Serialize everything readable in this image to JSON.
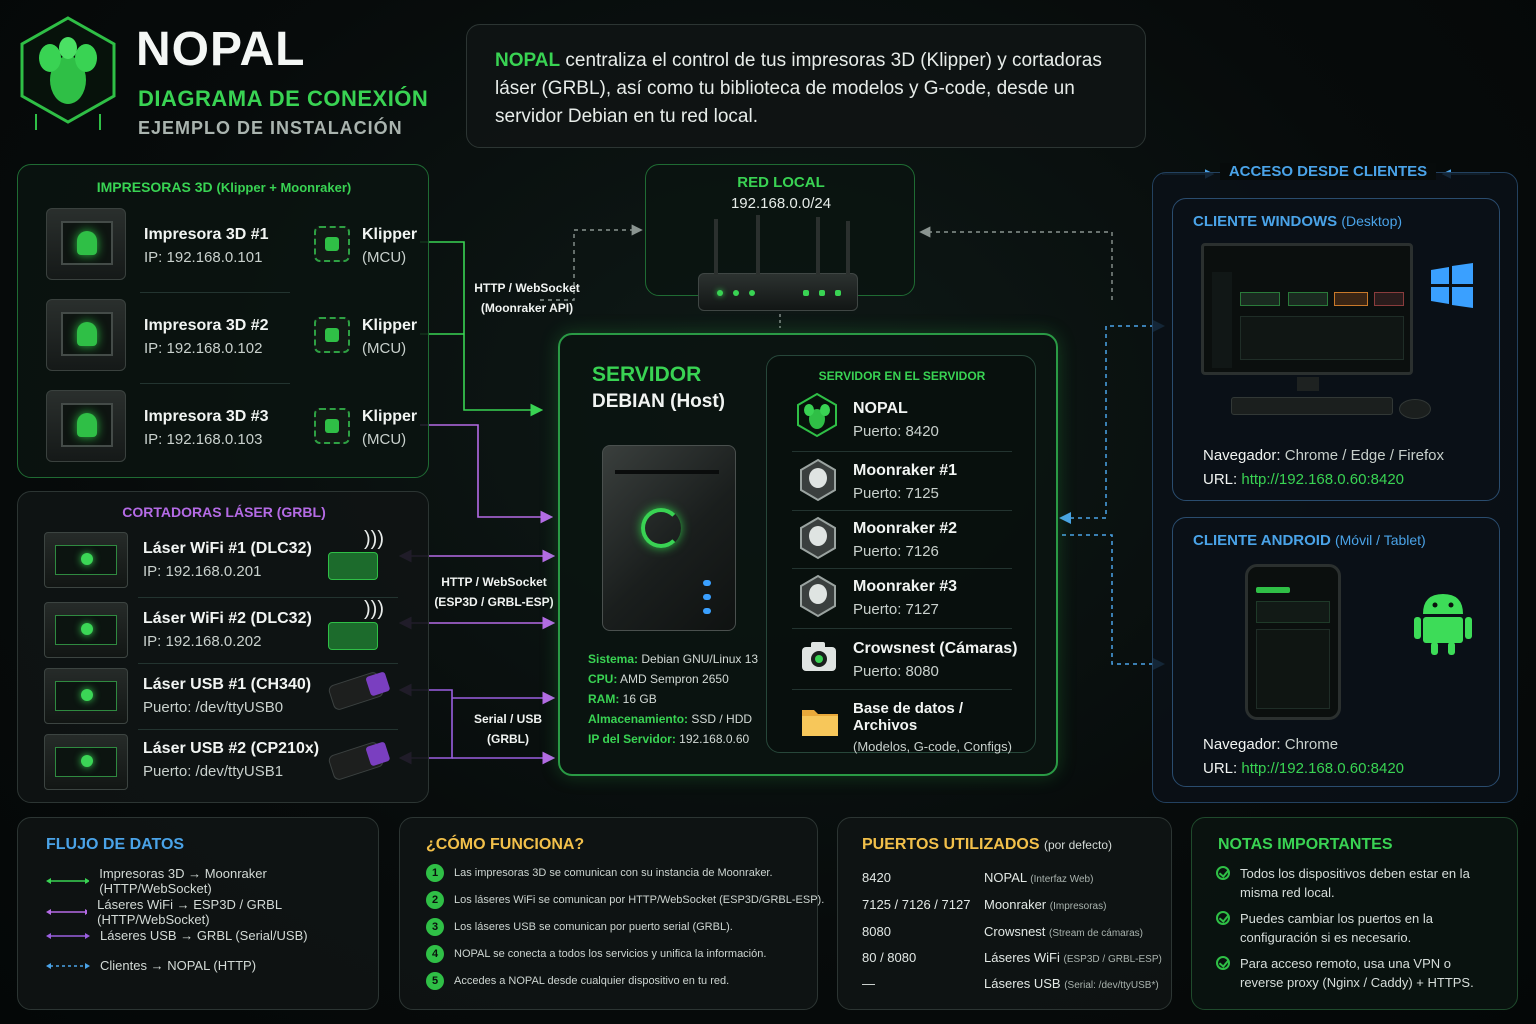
{
  "brand": {
    "name": "NOPAL",
    "subtitle": "DIAGRAMA DE CONEXIÓN",
    "tagline": "EJEMPLO DE INSTALACIÓN"
  },
  "intro": {
    "brand": "NOPAL",
    "text": " centraliza el control de tus impresoras 3D (Klipper) y cortadoras láser (GRBL), así como tu biblioteca de modelos y G-code, desde un servidor Debian en tu red local."
  },
  "printers": {
    "title": "IMPRESORAS 3D",
    "title_suffix": "(Klipper + Moonraker)",
    "items": [
      {
        "name": "Impresora 3D #1",
        "ip": "IP: 192.168.0.101",
        "fw": "Klipper",
        "fw_sub": "(MCU)"
      },
      {
        "name": "Impresora 3D #2",
        "ip": "IP: 192.168.0.102",
        "fw": "Klipper",
        "fw_sub": "(MCU)"
      },
      {
        "name": "Impresora 3D #3",
        "ip": "IP: 192.168.0.103",
        "fw": "Klipper",
        "fw_sub": "(MCU)"
      }
    ]
  },
  "lasers": {
    "title": "CORTADORAS LÁSER (GRBL)",
    "items": [
      {
        "name": "Láser WiFi #1 (DLC32)",
        "detail": "IP: 192.168.0.201"
      },
      {
        "name": "Láser WiFi #2 (DLC32)",
        "detail": "IP: 192.168.0.202"
      },
      {
        "name": "Láser USB #1 (CH340)",
        "detail": "Puerto: /dev/ttyUSB0"
      },
      {
        "name": "Láser USB #2 (CP210x)",
        "detail": "Puerto: /dev/ttyUSB1"
      }
    ]
  },
  "links": {
    "printers_l1": "HTTP / WebSocket",
    "printers_l2": "(Moonraker API)",
    "wifi_l1": "HTTP / WebSocket",
    "wifi_l2": "(ESP3D / GRBL-ESP)",
    "usb_l1": "Serial / USB",
    "usb_l2": "(GRBL)"
  },
  "network": {
    "title": "RED LOCAL",
    "subnet": "192.168.0.0/24"
  },
  "server": {
    "title": "SERVIDOR",
    "subtitle": "DEBIAN (Host)",
    "specs": [
      {
        "k": "Sistema:",
        "v": "Debian GNU/Linux 13"
      },
      {
        "k": "CPU:",
        "v": "AMD Sempron 2650"
      },
      {
        "k": "RAM:",
        "v": "16 GB"
      },
      {
        "k": "Almacenamiento:",
        "v": "SSD / HDD"
      },
      {
        "k": "IP del Servidor:",
        "v": "192.168.0.60"
      }
    ],
    "services_title": "SERVIDOR EN EL SERVIDOR",
    "services": [
      {
        "name": "NOPAL",
        "detail": "Puerto: 8420",
        "icon": "nopal-logo-icon"
      },
      {
        "name": "Moonraker #1",
        "detail": "Puerto: 7125",
        "icon": "moonraker-icon"
      },
      {
        "name": "Moonraker #2",
        "detail": "Puerto: 7126",
        "icon": "moonraker-icon"
      },
      {
        "name": "Moonraker #3",
        "detail": "Puerto: 7127",
        "icon": "moonraker-icon"
      },
      {
        "name": "Crowsnest (Cámaras)",
        "detail": "Puerto: 8080",
        "icon": "camera-icon"
      },
      {
        "name": "Base de datos / Archivos",
        "detail": "(Modelos, G-code, Configs)",
        "icon": "folder-icon"
      }
    ]
  },
  "clients": {
    "title": "ACCESO DESDE CLIENTES",
    "windows": {
      "title": "CLIENTE WINDOWS",
      "title_suffix": "(Desktop)",
      "browser_label": "Navegador:",
      "browser": " Chrome / Edge / Firefox",
      "url_label": "URL:",
      "url": "http://192.168.0.60:8420"
    },
    "android": {
      "title": "CLIENTE ANDROID",
      "title_suffix": "(Móvil / Tablet)",
      "browser_label": "Navegador:",
      "browser": " Chrome",
      "url_label": "URL:",
      "url": "http://192.168.0.60:8420"
    }
  },
  "flow": {
    "title": "FLUJO DE DATOS",
    "items": [
      {
        "text": "Impresoras 3D → Moonraker (HTTP/WebSocket)",
        "color": "#39d353",
        "dashed": false
      },
      {
        "text": "Láseres WiFi → ESP3D / GRBL (HTTP/WebSocket)",
        "color": "#b56be6",
        "dashed": false
      },
      {
        "text": "Láseres USB → GRBL (Serial/USB)",
        "color": "#9a5fe0",
        "dashed": false
      },
      {
        "text": "Clientes → NOPAL (HTTP)",
        "color": "#4aa3e8",
        "dashed": true
      }
    ]
  },
  "how": {
    "title": "¿CÓMO FUNCIONA?",
    "steps": [
      {
        "n": "1",
        "text": "Las impresoras 3D se comunican con su instancia de Moonraker."
      },
      {
        "n": "2",
        "text": "Los láseres WiFi se comunican por HTTP/WebSocket (ESP3D/GRBL-ESP)."
      },
      {
        "n": "3",
        "text": "Los láseres USB se comunican por puerto serial (GRBL)."
      },
      {
        "n": "4",
        "text": "NOPAL se conecta a todos los servicios y unifica la información."
      },
      {
        "n": "5",
        "text": "Accedes a NOPAL desde cualquier dispositivo en tu red."
      }
    ]
  },
  "ports": {
    "title": "PUERTOS UTILIZADOS",
    "title_suffix": "(por defecto)",
    "items": [
      {
        "port": "8420",
        "name": "NOPAL",
        "note": "(Interfaz Web)"
      },
      {
        "port": "7125 / 7126 / 7127",
        "name": "Moonraker",
        "note": "(Impresoras)"
      },
      {
        "port": "8080",
        "name": "Crowsnest",
        "note": "(Stream de cámaras)"
      },
      {
        "port": "80 / 8080",
        "name": "Láseres WiFi",
        "note": "(ESP3D / GRBL-ESP)"
      },
      {
        "port": "—",
        "name": "Láseres USB",
        "note": "(Serial: /dev/ttyUSB*)"
      }
    ]
  },
  "notes": {
    "title": "NOTAS IMPORTANTES",
    "items": [
      "Todos los dispositivos deben estar en la misma red local.",
      "Puedes cambiar los puertos en la configuración si es necesario.",
      "Para acceso remoto, usa una VPN o reverse proxy (Nginx / Caddy) + HTTPS."
    ]
  },
  "colors": {
    "accent_green": "#39d353",
    "accent_blue": "#4aa3e8",
    "accent_purple": "#b56be6",
    "accent_yellow": "#f2c04a"
  }
}
